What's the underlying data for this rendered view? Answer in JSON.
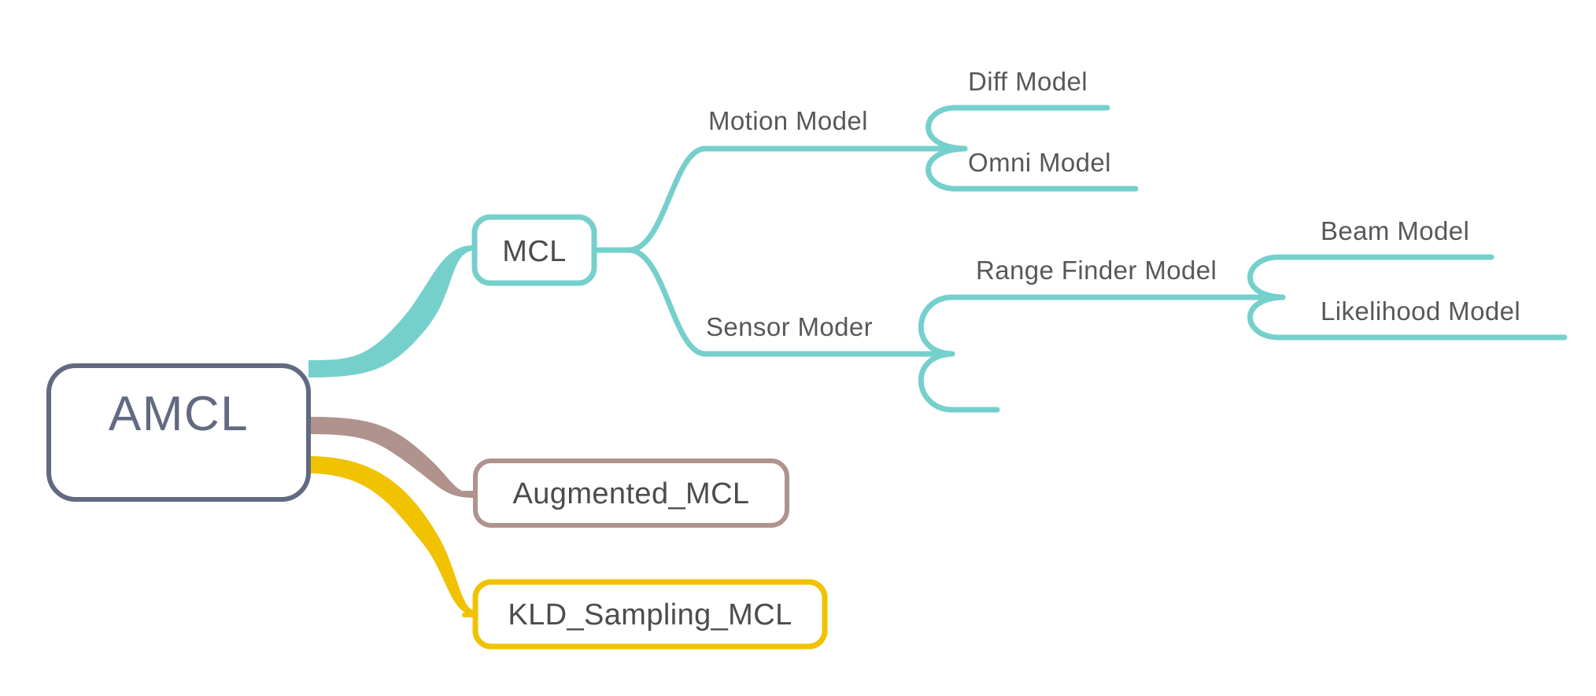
{
  "diagram": {
    "type": "mind-map",
    "title": "AMCL",
    "background": "#ffffff",
    "text_color": "#58585a"
  },
  "colors": {
    "root": "#616a80",
    "teal": "#75d0cc",
    "mauve": "#af938c",
    "yellow": "#f0c200",
    "label_gray": "#58585a",
    "box_text": "#4c4c4e"
  },
  "root": {
    "label": "AMCL",
    "color": "#616a80"
  },
  "branches": [
    {
      "id": "mcl",
      "label": "MCL",
      "color": "#75d0cc",
      "style": "box",
      "children": [
        {
          "id": "motion-model",
          "label": "Motion Model",
          "color": "#75d0cc",
          "style": "underline",
          "children": [
            {
              "id": "diff-model",
              "label": "Diff Model",
              "color": "#75d0cc",
              "style": "underline"
            },
            {
              "id": "omni-model",
              "label": "Omni Model",
              "color": "#75d0cc",
              "style": "underline"
            }
          ]
        },
        {
          "id": "sensor-moder",
          "label": "Sensor Moder",
          "color": "#75d0cc",
          "style": "underline",
          "children": [
            {
              "id": "range-finder-model",
              "label": "Range Finder Model",
              "color": "#75d0cc",
              "style": "underline",
              "children": [
                {
                  "id": "beam-model",
                  "label": "Beam Model",
                  "color": "#75d0cc",
                  "style": "underline"
                },
                {
                  "id": "likelihood-model",
                  "label": "Likelihood Model",
                  "color": "#75d0cc",
                  "style": "underline"
                }
              ]
            },
            {
              "id": "empty-node",
              "label": "",
              "color": "#75d0cc",
              "style": "underline"
            }
          ]
        }
      ]
    },
    {
      "id": "augmented-mcl",
      "label": "Augmented_MCL",
      "color": "#af938c",
      "style": "box",
      "children": []
    },
    {
      "id": "kld-sampling-mcl",
      "label": "KLD_Sampling_MCL",
      "color": "#f0c200",
      "style": "box",
      "children": []
    }
  ]
}
